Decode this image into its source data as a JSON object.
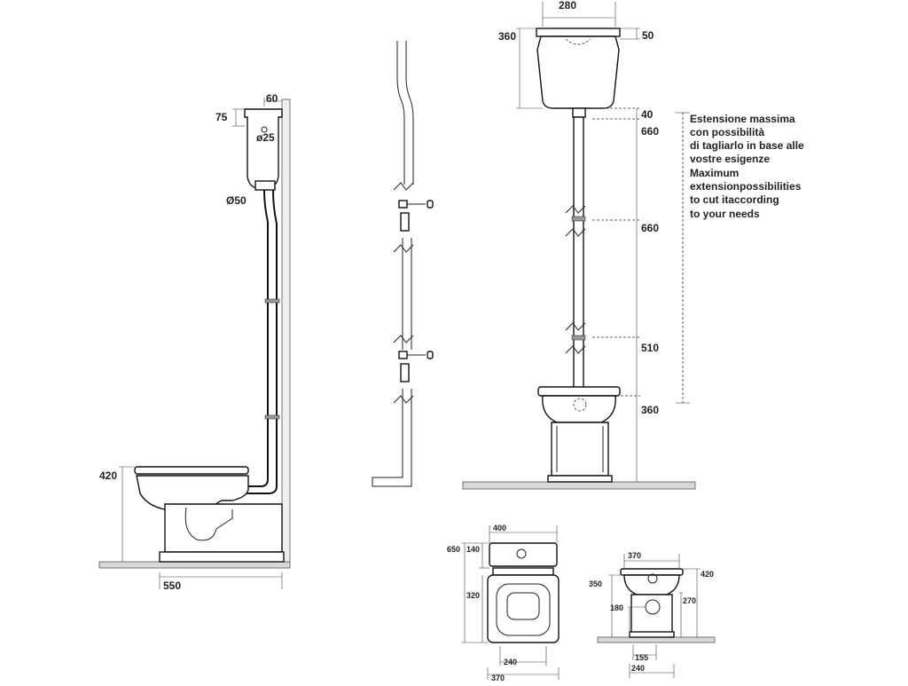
{
  "side_view": {
    "dim_60": "60",
    "dim_75": "75",
    "dim_d25": "ø25",
    "dim_d50": "Ø50",
    "dim_420": "420",
    "dim_550": "550"
  },
  "front_view": {
    "dim_280": "280",
    "dim_360_top": "360",
    "dim_50": "50",
    "dim_40": "40",
    "dim_660_a": "660",
    "dim_660_b": "660",
    "dim_510": "510",
    "dim_360_bottom": "360"
  },
  "note": {
    "lines": [
      "Estensione massima",
      "con possibilità",
      "di tagliarlo in base alle",
      "vostre esigenze",
      "Maximum",
      "extensionpossibilities",
      "to cut itaccording",
      "to your needs"
    ]
  },
  "top_view": {
    "dim_400": "400",
    "dim_650": "650",
    "dim_140": "140",
    "dim_320": "320",
    "dim_240": "240",
    "dim_370": "370"
  },
  "back_view": {
    "dim_370": "370",
    "dim_420": "420",
    "dim_350": "350",
    "dim_270": "270",
    "dim_180": "180",
    "dim_155": "155",
    "dim_240": "240"
  }
}
